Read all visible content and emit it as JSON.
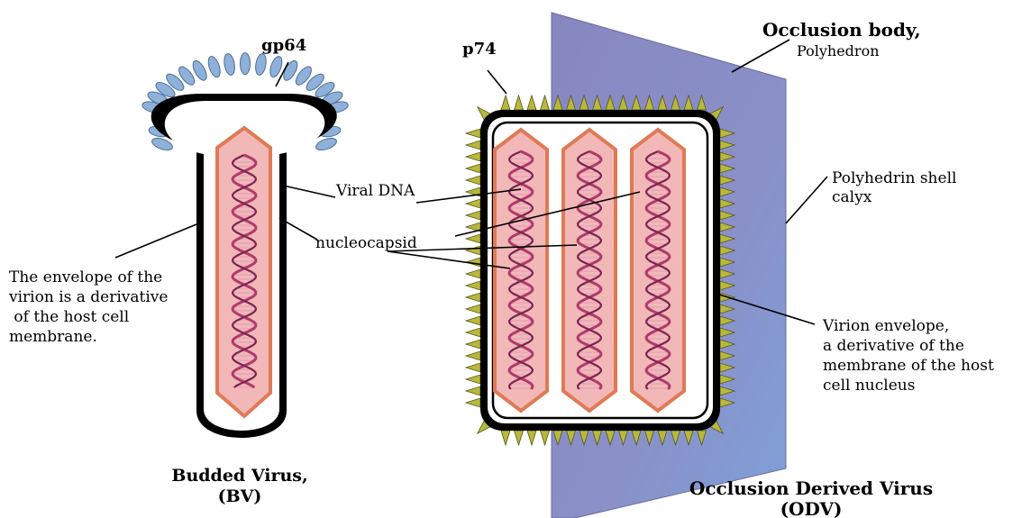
{
  "labels": {
    "gp64": "gp64",
    "p74": "p74",
    "occlusion_body": "Occlusion body,",
    "polyhedron": "Polyhedron",
    "polyhedrin_shell_1": "Polyhedrin shell",
    "polyhedrin_shell_2": "calyx",
    "viral_dna": "Viral DNA",
    "nucleocapsid": "nucleocapsid",
    "bv_envelope": [
      "The envelope of the",
      "virion is a derivative",
      " of the host cell",
      "membrane."
    ],
    "odv_envelope": [
      "Virion envelope,",
      "a derivative of the",
      "membrane of the host",
      "cell nucleus"
    ],
    "budded_virus_1": "Budded Virus,",
    "budded_virus_2": "(BV)",
    "odv_1": "Occlusion Derived Virus",
    "odv_2": "(ODV)"
  },
  "colors": {
    "polyhedron_fill": "#8b8cc4",
    "gp64_spike": "#8fb0d8",
    "p74_spike": "#b8b83c",
    "capsid_fill": "#f2b8b8",
    "capsid_stroke": "#e07a55",
    "dna_strand": "#b03a6a"
  }
}
